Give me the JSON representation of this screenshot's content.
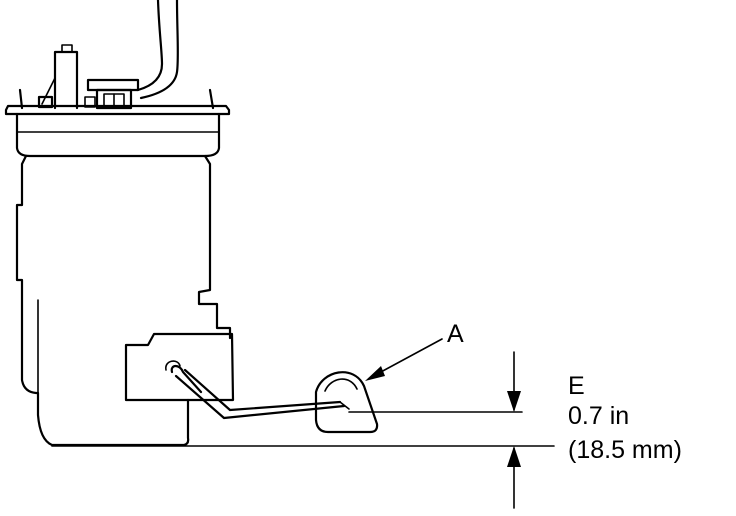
{
  "callout": {
    "letter": "A"
  },
  "dimension": {
    "letter": "E",
    "imperial": "0.7 in",
    "metric": "(18.5 mm)"
  },
  "colors": {
    "line": "#000000",
    "background": "#ffffff"
  }
}
